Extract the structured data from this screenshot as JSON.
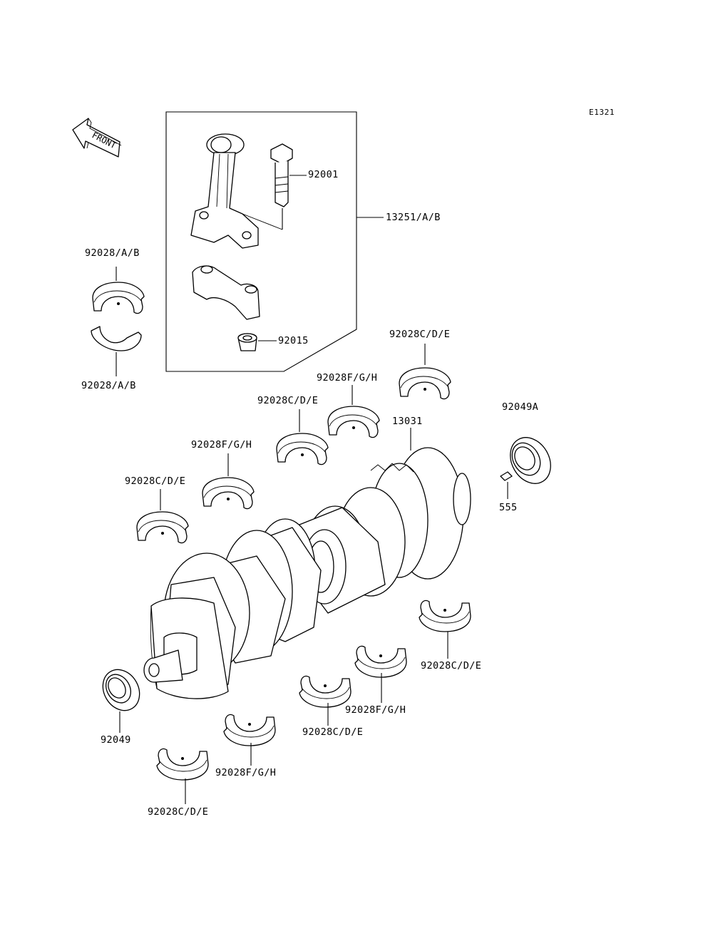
{
  "diagram": {
    "code": "E1321",
    "front_label": "FRONT",
    "labels": {
      "p92001": "92001",
      "p13251": "13251/A/B",
      "p92015": "92015",
      "p92028ab_top": "92028/A/B",
      "p92028ab_bottom": "92028/A/B",
      "p92028cde_1": "92028C/D/E",
      "p92028fgh_1": "92028F/G/H",
      "p92028cde_2": "92028C/D/E",
      "p92028fgh_2": "92028F/G/H",
      "p92028cde_3": "92028C/D/E",
      "p13031": "13031",
      "p92049a": "92049A",
      "p555": "555",
      "p92049": "92049",
      "p92028cde_4": "92028C/D/E",
      "p92028fgh_3": "92028F/G/H",
      "p92028cde_5": "92028C/D/E",
      "p92028fgh_4": "92028F/G/H",
      "p92028cde_6": "92028C/D/E"
    }
  }
}
